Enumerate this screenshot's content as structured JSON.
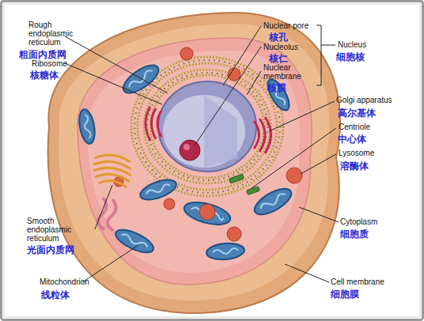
{
  "diagram": {
    "labels": [
      "Rough endoplasmic reticulum",
      "粗面内质网",
      "Ribosome",
      "核糖体",
      "Nuclear pore",
      "核孔",
      "Nucleolus",
      "核仁",
      "Nuclear membrane",
      "核膜",
      "Nucleus",
      "细胞核",
      "Golgi apparatus",
      "高尔基体",
      "Centriole",
      "中心体",
      "Lysosome",
      "溶酶体",
      "Smooth endoplasmic reticulum",
      "光面内质网",
      "Mitochondrion",
      "线粒体",
      "Cytoplasm",
      "细胞质",
      "Cell membrane",
      "细胞膜"
    ]
  }
}
